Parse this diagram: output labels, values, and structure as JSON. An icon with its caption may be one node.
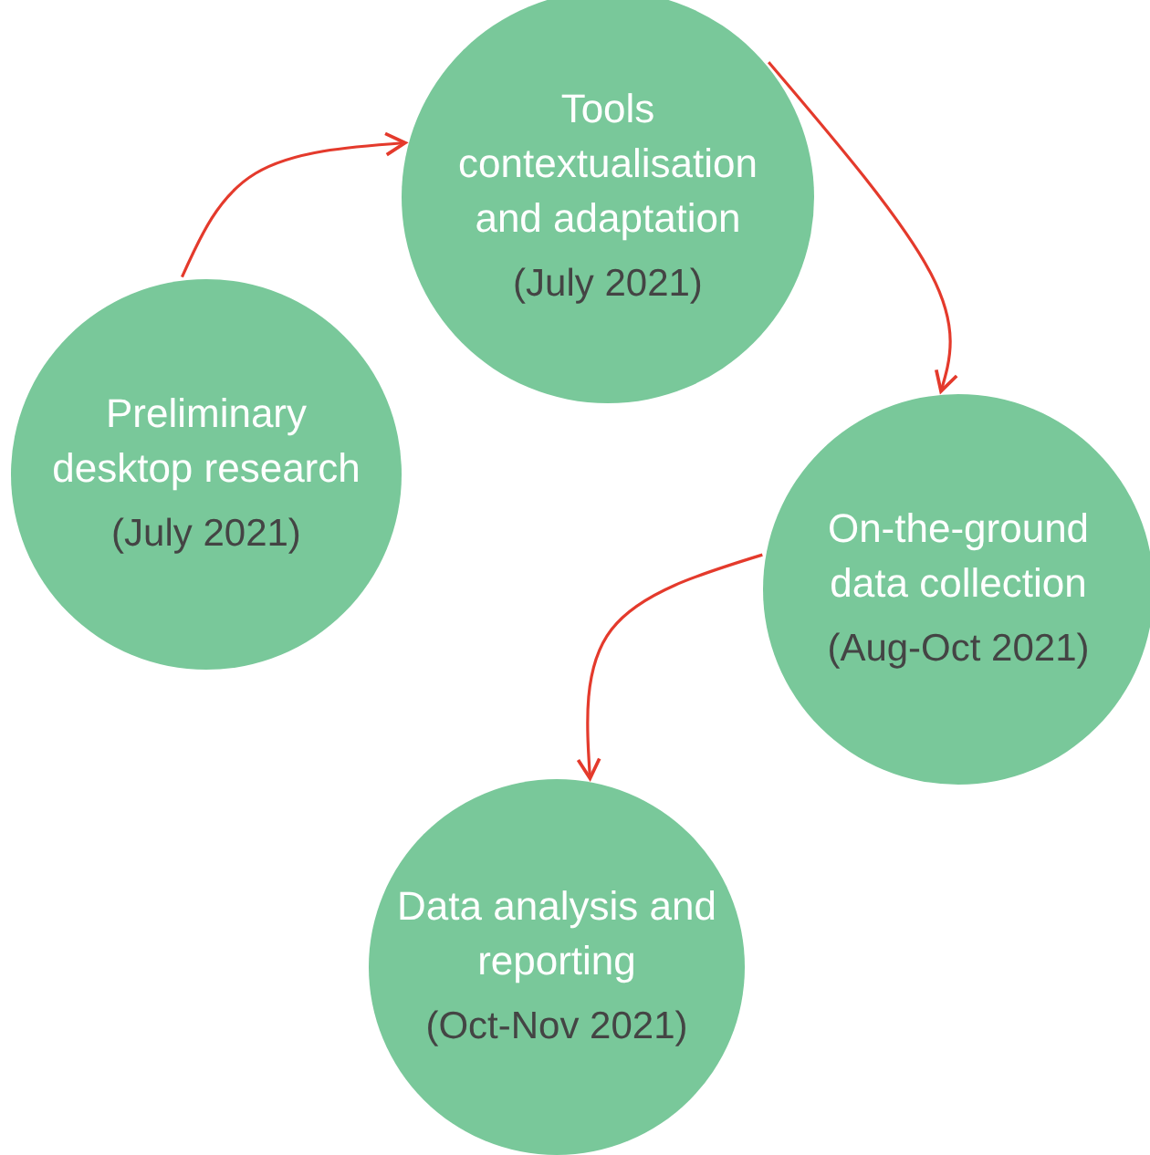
{
  "diagram": {
    "nodes": [
      {
        "text": [
          "Preliminary desktop research",
          "(July 2021)"
        ]
      },
      {
        "text": [
          "Tools contextualisation and adaptation",
          "(July 2021)"
        ]
      },
      {
        "text": [
          "On-the-ground data collection",
          "(Aug-Oct 2021)"
        ]
      },
      {
        "text": [
          "Data analysis and reporting",
          "(Oct-Nov 2021)"
        ]
      }
    ],
    "edges": [
      {
        "from": 0,
        "to": 1,
        "arrow": "to"
      },
      {
        "from": 1,
        "to": 2,
        "arrow": "to"
      },
      {
        "from": 2,
        "to": 3,
        "arrow": "to"
      }
    ]
  }
}
